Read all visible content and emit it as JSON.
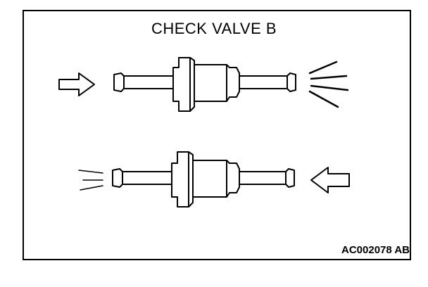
{
  "diagram": {
    "title": "CHECK VALVE B",
    "figure_id": "AC002078 AB",
    "views": [
      {
        "label": "",
        "flow_in": "left",
        "flow_out": "right"
      },
      {
        "label": "",
        "flow_in": "right",
        "flow_out": "left"
      }
    ]
  }
}
